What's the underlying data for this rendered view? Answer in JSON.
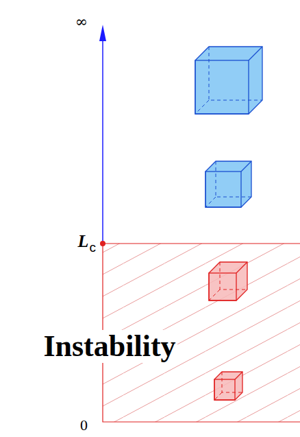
{
  "diagram": {
    "labels": [
      "∞",
      "L",
      "c",
      "0",
      "Instability"
    ]
  }
}
